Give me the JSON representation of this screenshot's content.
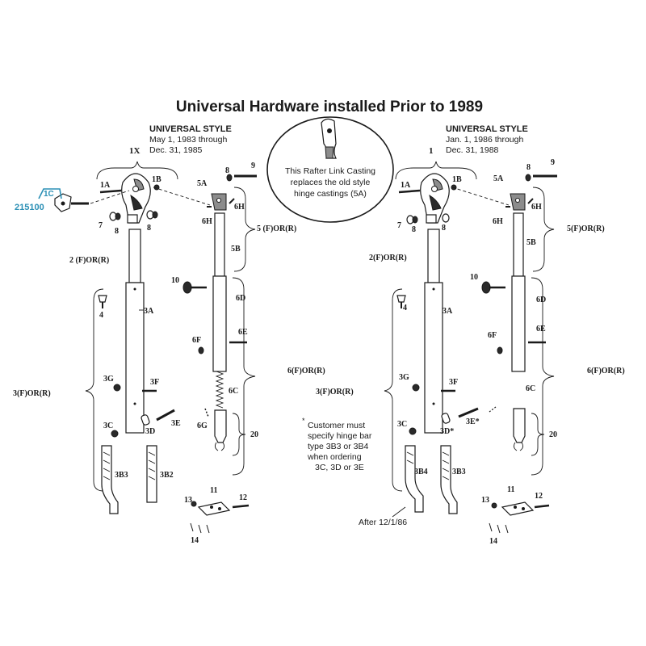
{
  "title": "Universal Hardware installed Prior to 1989",
  "left": {
    "style_heading": "UNIVERSAL STYLE",
    "date_from": "May 1, 1983  through",
    "date_to": "Dec. 31, 1985",
    "assembly_label": "1X",
    "labels": {
      "p1a": "1A",
      "p1b": "1B",
      "p1c": "1C",
      "p7": "7",
      "p8a": "8",
      "p8b": "8",
      "p2": "2 (F)OR(R)",
      "p4": "4",
      "p3a": "3A",
      "p3g": "3G",
      "p3f": "3F",
      "p3": "3(F)OR(R)",
      "p3c": "3C",
      "p3d": "3D",
      "p3e": "3E",
      "p3b3": "3B3",
      "p3b2": "3B2",
      "p8c": "8",
      "p9": "9",
      "p5a": "5A",
      "p6h1": "6H",
      "p6h2": "6H",
      "p5": "5 (F)OR(R)",
      "p5b": "5B",
      "p10": "10",
      "p6d": "6D",
      "p6f": "6F",
      "p6e": "6E",
      "p6": "6(F)OR(R)",
      "p6c": "6C",
      "p6g": "6G",
      "p20": "20",
      "p11": "11",
      "p12": "12",
      "p13": "13",
      "p14": "14"
    },
    "part_number": "215100"
  },
  "right": {
    "style_heading": "UNIVERSAL STYLE",
    "date_from": "Jan. 1, 1986  through",
    "date_to": "Dec. 31, 1988",
    "assembly_label": "1",
    "labels": {
      "p1a": "1A",
      "p1b": "1B",
      "p7": "7",
      "p8a": "8",
      "p8b": "8",
      "p2": "2(F)OR(R)",
      "p4": "4",
      "p3a": "3A",
      "p3g": "3G",
      "p3f": "3F",
      "p3": "3(F)OR(R)",
      "p3c": "3C",
      "p3d": "3D*",
      "p3e": "3E*",
      "p3b4": "3B4",
      "p3b3": "3B3",
      "p8c": "8",
      "p9": "9",
      "p5a": "5A",
      "p6h1": "6H",
      "p6h2": "6H",
      "p5": "5(F)OR(R)",
      "p5b": "5B",
      "p10": "10",
      "p6d": "6D",
      "p6f": "6F",
      "p6e": "6E",
      "p6": "6(F)OR(R)",
      "p6c": "6C",
      "p20": "20",
      "p11": "11",
      "p12": "12",
      "p13": "13",
      "p14": "14"
    },
    "after_note": "After 12/1/86"
  },
  "callout": {
    "line1": "This Rafter Link Casting",
    "line2": "replaces the old style",
    "line3": "hinge castings (5A)"
  },
  "customer_note": {
    "star": "*",
    "line1": "Customer must",
    "line2": "specify hinge bar",
    "line3": "type 3B3 or 3B4",
    "line4": "when ordering",
    "line5": "3C, 3D or 3E"
  },
  "colors": {
    "ink": "#1a1a1a",
    "accent_blue": "#2a8fb5",
    "casting_grey": "#8c8c8c"
  }
}
